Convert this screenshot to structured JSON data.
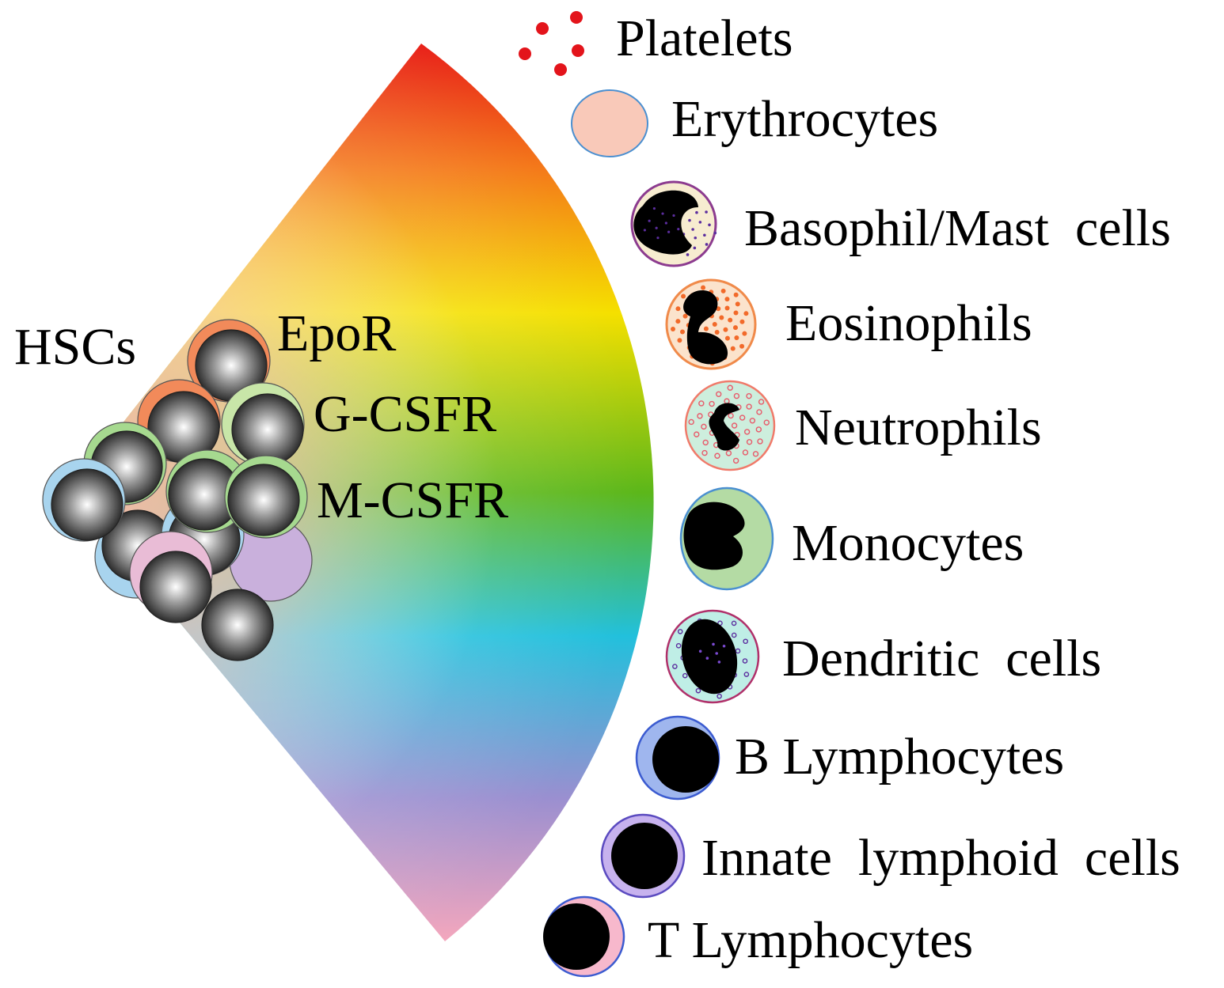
{
  "progenitor": {
    "label": "HSCs"
  },
  "receptors": [
    {
      "id": "epor",
      "label": "EpoR",
      "color": "#f28a5a"
    },
    {
      "id": "gcsfr",
      "label": "G-CSFR",
      "color": "#c8e6a8"
    },
    {
      "id": "mcsfr",
      "label": "M-CSFR",
      "color": "#a6d98f"
    }
  ],
  "cell_types": [
    {
      "id": "platelets",
      "label": "Platelets",
      "icon": "platelets-icon",
      "colors": {
        "fill": "#e3141b"
      }
    },
    {
      "id": "erythrocytes",
      "label": "Erythrocytes",
      "icon": "erythrocyte-icon",
      "colors": {
        "fill": "#f9c9b9",
        "stroke": "#4a8fd0"
      }
    },
    {
      "id": "basophil",
      "label": "Basophil/Mast  cells",
      "icon": "basophil-icon",
      "colors": {
        "fill": "#f7ecd0",
        "stroke": "#8c3b8f",
        "granule": "#5b2d9e"
      }
    },
    {
      "id": "eosinophils",
      "label": "Eosinophils",
      "icon": "eosinophil-icon",
      "colors": {
        "fill": "#fbe3cc",
        "stroke": "#f08a4a",
        "granule": "#f26a2a"
      }
    },
    {
      "id": "neutrophils",
      "label": "Neutrophils",
      "icon": "neutrophil-icon",
      "colors": {
        "fill": "#cdeedd",
        "stroke": "#f07a6a",
        "granule": "#e85a6a"
      }
    },
    {
      "id": "monocytes",
      "label": "Monocytes",
      "icon": "monocyte-icon",
      "colors": {
        "fill": "#b4dba4",
        "stroke": "#4a8fd0"
      }
    },
    {
      "id": "dendritic",
      "label": "Dendritic  cells",
      "icon": "dendritic-cell-icon",
      "colors": {
        "fill": "#bfeee6",
        "stroke": "#b0306a",
        "granule": "#5b2d9e"
      }
    },
    {
      "id": "b_lymph",
      "label": "B Lymphocytes",
      "icon": "b-lymphocyte-icon",
      "colors": {
        "fill": "#9fb6ee",
        "stroke": "#3b5bd0"
      }
    },
    {
      "id": "ilc",
      "label": "Innate  lymphoid  cells",
      "icon": "innate-lymphoid-cell-icon",
      "colors": {
        "fill": "#c7b2ee",
        "stroke": "#5b4bc0"
      }
    },
    {
      "id": "t_lymph",
      "label": "T Lymphocytes",
      "icon": "t-lymphocyte-icon",
      "colors": {
        "fill": "#f7b8cc",
        "stroke": "#3b5bd0"
      }
    }
  ],
  "colors": {
    "gradient_outer": [
      "#e8201a",
      "#f47a1a",
      "#f5e000",
      "#5cb71a",
      "#22c0dc",
      "#9a8fd0",
      "#f4a7bd"
    ],
    "hsc_sphere": "#808080"
  }
}
